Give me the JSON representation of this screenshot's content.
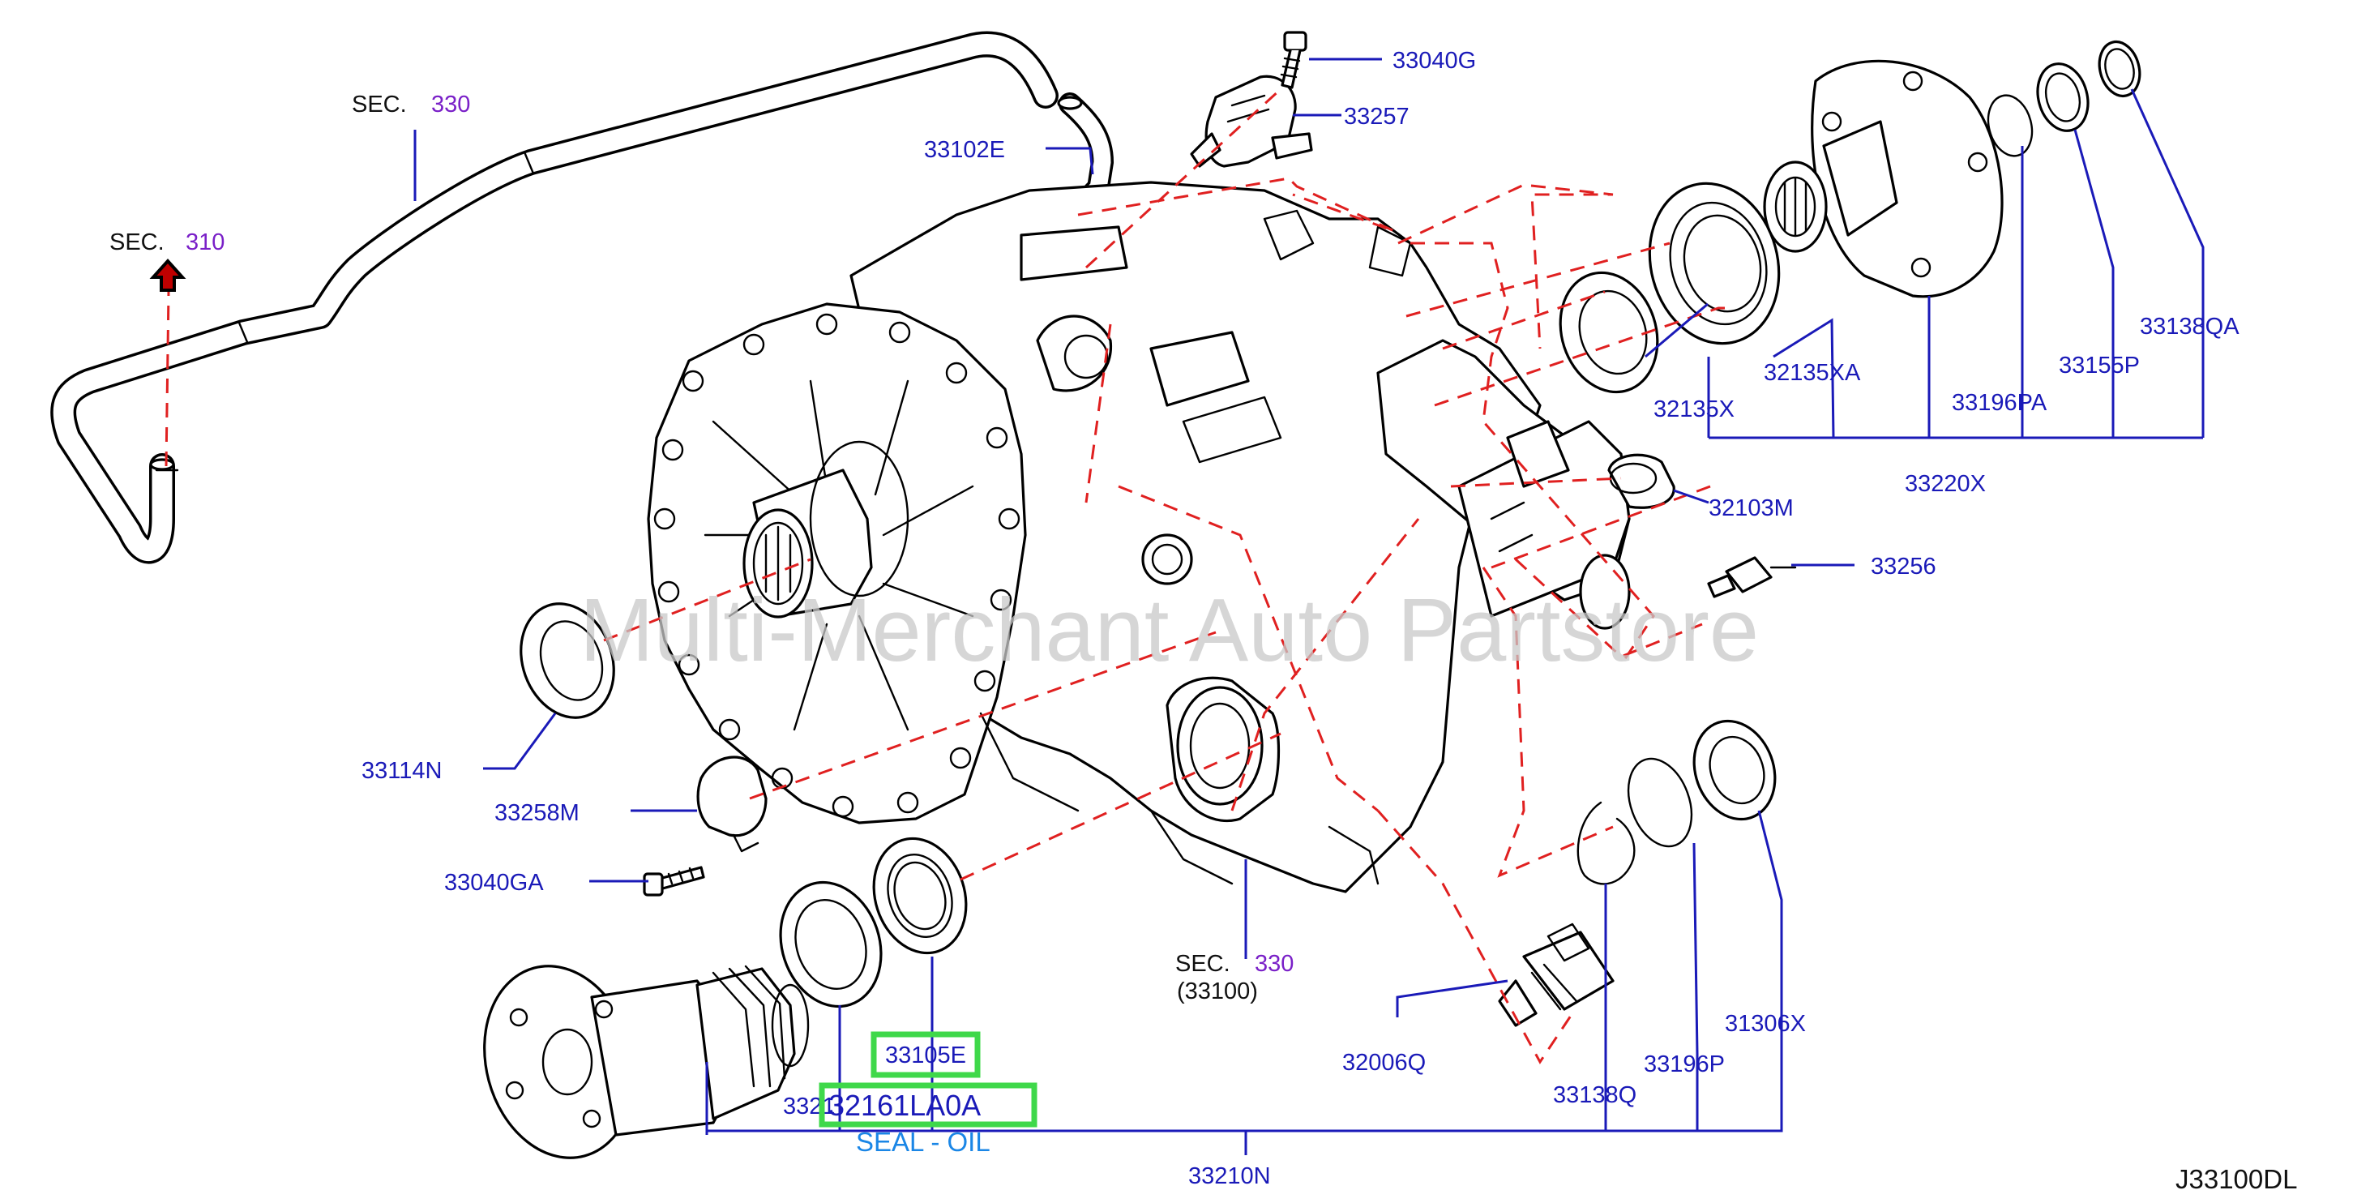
{
  "watermark": "Multi-Merchant Auto Partstore",
  "diagram_code": "J33100DL",
  "section_refs": [
    {
      "id": "sec-330-top",
      "prefix": "SEC.",
      "number": "330",
      "sub": ""
    },
    {
      "id": "sec-310",
      "prefix": "SEC.",
      "number": "310",
      "sub": ""
    },
    {
      "id": "sec-330-bottom",
      "prefix": "SEC.",
      "number": "330",
      "sub": "(33100)"
    }
  ],
  "part_labels": {
    "p33040G": "33040G",
    "p33257": "33257",
    "p33102E": "33102E",
    "p32135XA": "32135XA",
    "p32135X": "32135X",
    "p33196PA": "33196PA",
    "p33155P": "33155P",
    "p33138QA": "33138QA",
    "p33220X": "33220X",
    "p32103M": "32103M",
    "p33256": "33256",
    "p33114N": "33114N",
    "p33258M": "33258M",
    "p33040GA": "33040GA",
    "p32006Q": "32006Q",
    "p33138Q": "33138Q",
    "p33196P": "33196P",
    "p31306X": "31306X",
    "p33105E": "33105E",
    "p33210N": "33210N",
    "p3321xx": "3321"
  },
  "highlight": {
    "part_number": "32161LA0A",
    "description": "SEAL - OIL"
  },
  "colors": {
    "leader": "#1a1ab8",
    "phantom": "#e02020",
    "highlight": "#3fd84a",
    "section_number": "#7a20c8"
  }
}
